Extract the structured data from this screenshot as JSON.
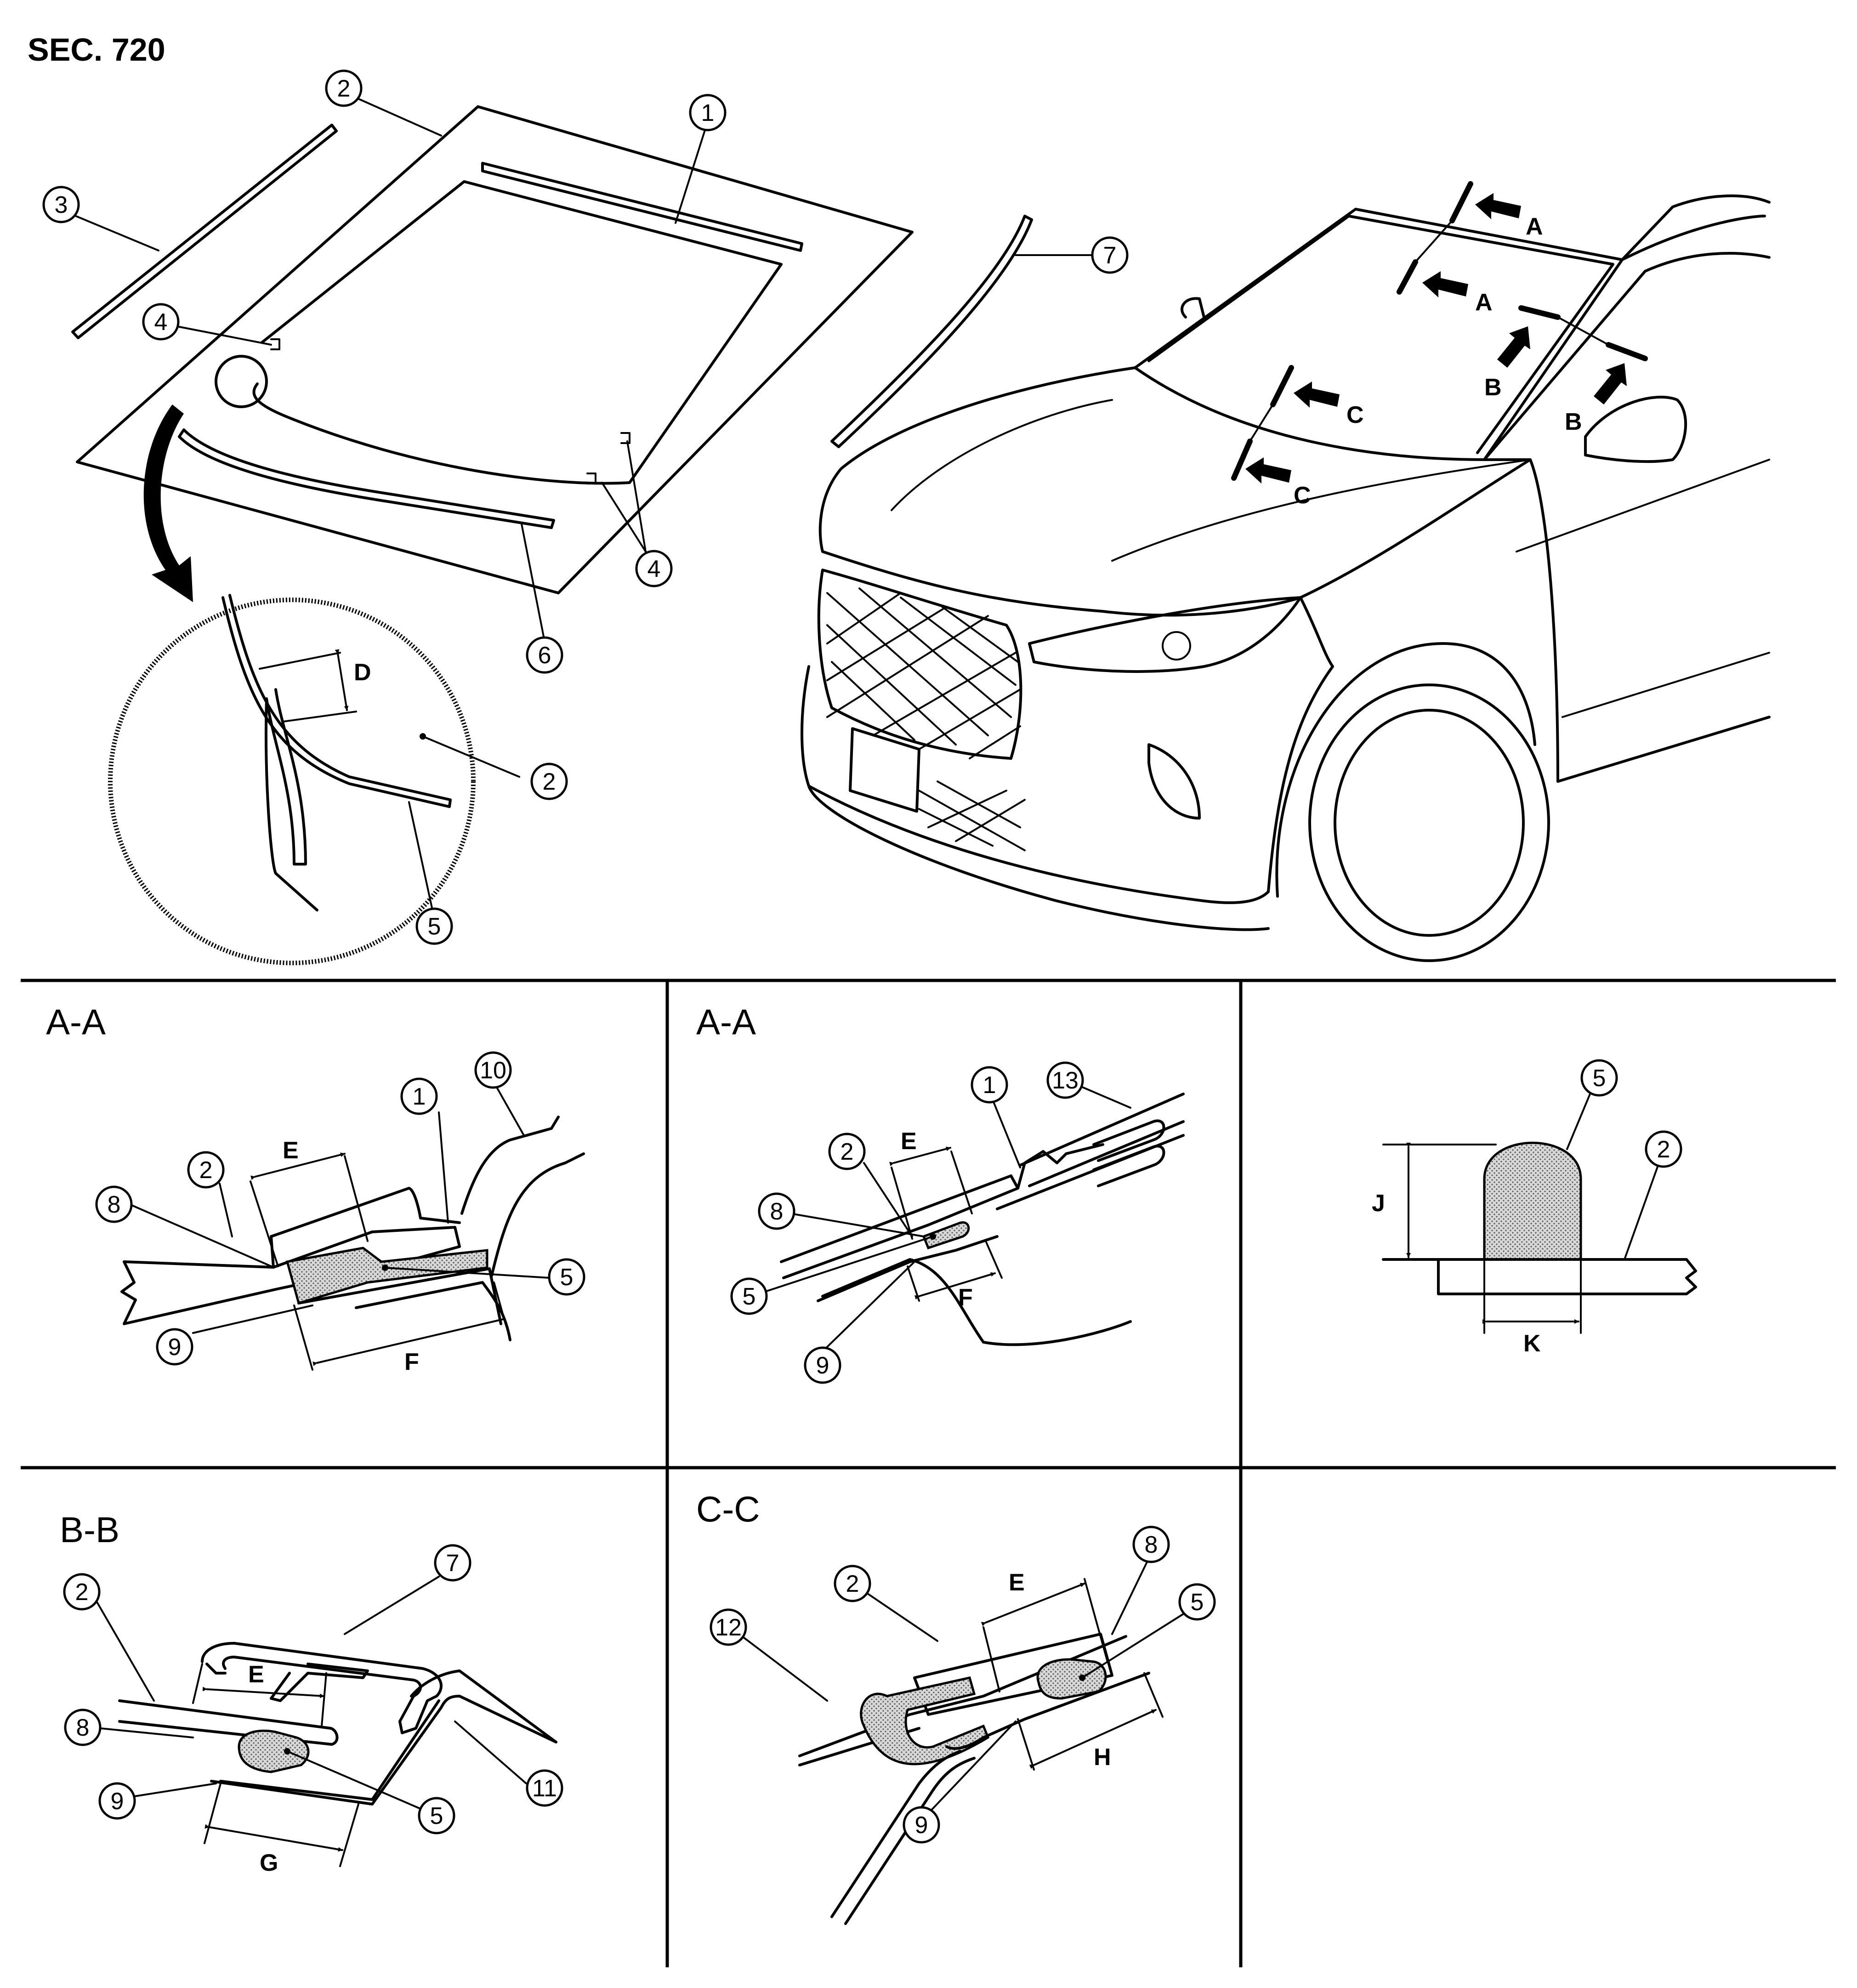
{
  "section_label": "SEC. 720",
  "panels": {
    "a_a_left": "A-A",
    "a_a_right": "A-A",
    "b_b": "B-B",
    "c_c": "C-C"
  },
  "view_arrows": {
    "a1": "A",
    "a2": "A",
    "b1": "B",
    "b2": "B",
    "c1": "C",
    "c2": "C"
  },
  "callouts": {
    "n1": "1",
    "n2": "2",
    "n3": "3",
    "n4": "4",
    "n5": "5",
    "n6": "6",
    "n7": "7",
    "n8": "8",
    "n9": "9",
    "n10": "10",
    "n11": "11",
    "n12": "12",
    "n13": "13"
  },
  "dimensions": {
    "d": "D",
    "e": "E",
    "f": "F",
    "g": "G",
    "h": "H",
    "j": "J",
    "k": "K"
  }
}
